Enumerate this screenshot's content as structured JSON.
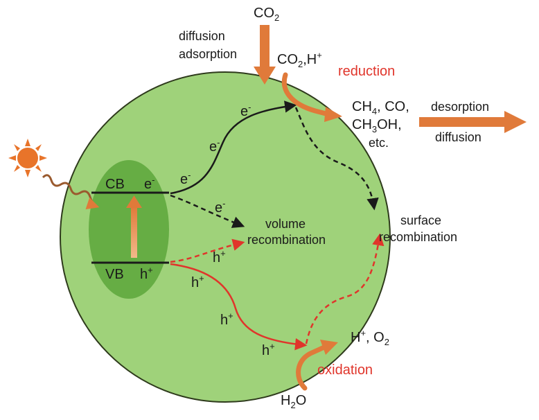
{
  "colors": {
    "particle": "#9fd27a",
    "particle_stroke": "#2e3a1c",
    "band_ellipse": "#5fa83e",
    "electron_path": "#1a1a1a",
    "hole_path": "#e0352b",
    "arrow_orange": "#e07a3a",
    "sun": "#e8742a",
    "text": "#1a1a1a",
    "red_text": "#e0352b"
  },
  "icons": [
    "sun-icon",
    "light-wave-icon"
  ],
  "labels": {
    "co2_top": "CO",
    "co2_top_sub": "2",
    "diffusion_adsorption_1": "diffusion",
    "diffusion_adsorption_2": "adsorption",
    "co2_h_main": "CO",
    "co2_h_sub": "2",
    "co2_h_tail": ",H",
    "co2_h_sup": "+",
    "reduction": "reduction",
    "products_line1_a": "CH",
    "products_line1_sub": "4",
    "products_line1_b": ", CO,",
    "products_line2_a": "CH",
    "products_line2_sub": "3",
    "products_line2_b": "OH,",
    "products_line3": "etc.",
    "desorption": "desorption",
    "diffusion_right": "diffusion",
    "cb": "CB",
    "vb": "VB",
    "e_symbol": "e",
    "e_sup": "-",
    "h_symbol": "h",
    "h_sup": "+",
    "volume_recombination_1": "volume",
    "volume_recombination_2": "recombination",
    "surface_recombination_1": "surface",
    "surface_recombination_2": "recombination",
    "oxidation_products_a": "H",
    "oxidation_products_sup": "+",
    "oxidation_products_b": ", O",
    "oxidation_products_sub": "2",
    "oxidation": "oxidation",
    "h2o_a": "H",
    "h2o_sub": "2",
    "h2o_b": "O"
  }
}
